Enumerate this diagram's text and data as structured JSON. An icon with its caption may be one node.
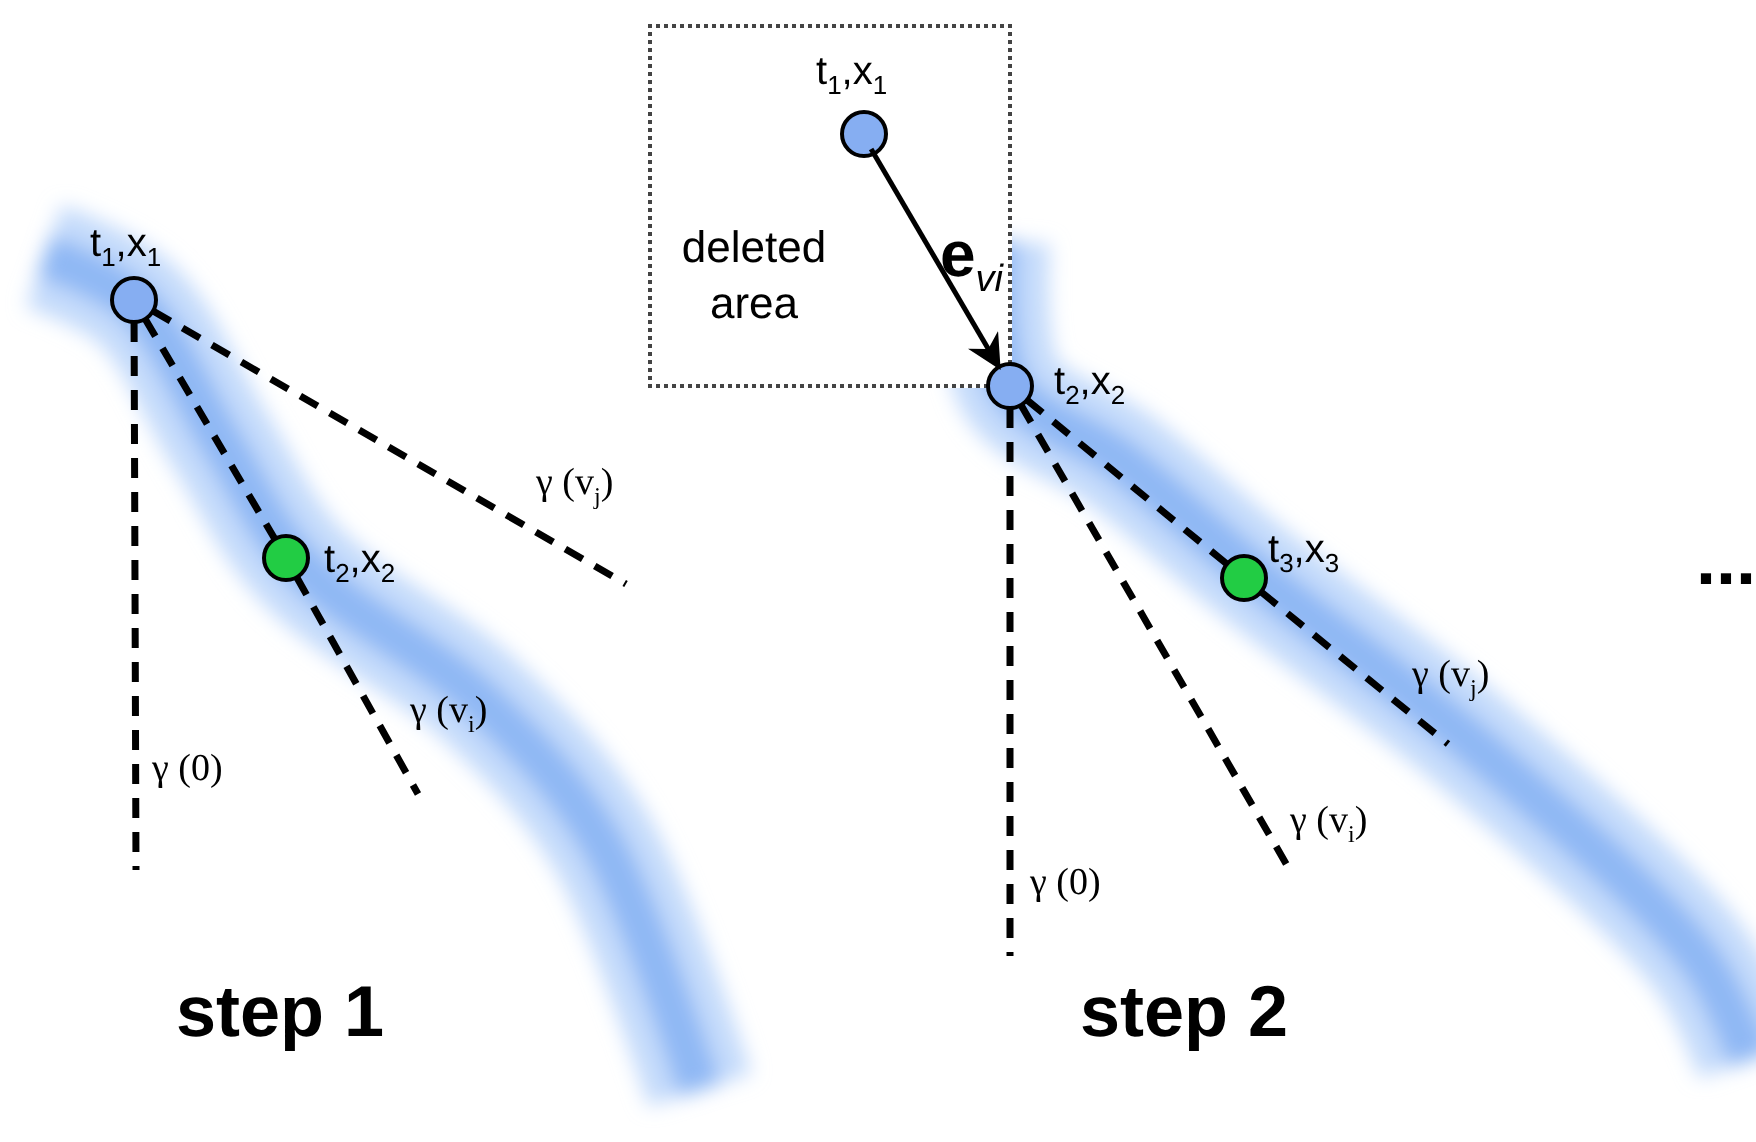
{
  "diagram": {
    "nodes": [
      {
        "text": [],
        "shape": "circle",
        "beside": [
          "t$_{1}$,x$_{1}$"
        ]
      },
      {
        "text": [],
        "shape": "circle",
        "beside": [
          "t$_{2}$,x$_{2}$"
        ]
      },
      {
        "text": [
          "deleted area"
        ]
      },
      {
        "text": [],
        "shape": "circle",
        "beside": [
          "t$_{1}$,x$_{1}$"
        ],
        "in": 2
      },
      {
        "text": [],
        "shape": "circle",
        "beside": [
          "t$_{2}$,x$_{2}$"
        ]
      },
      {
        "text": [],
        "shape": "circle",
        "beside": [
          "t$_{3}$,x$_{3}$"
        ]
      }
    ],
    "edges": [
      {
        "from": 0,
        "to": null,
        "arrow": "none",
        "style": "dashed",
        "label": "γ (0)"
      },
      {
        "from": 0,
        "to": 1,
        "arrow": "none",
        "style": "dashed"
      },
      {
        "from": 1,
        "to": null,
        "arrow": "none",
        "style": "dashed",
        "label": "γ (v$_{i}$)"
      },
      {
        "from": 0,
        "to": null,
        "arrow": "none",
        "style": "dashed",
        "label": "γ (v$_{j}$)"
      },
      {
        "from": 3,
        "to": 4,
        "arrow": "to",
        "label": "**e**$_{vi}$"
      },
      {
        "from": 4,
        "to": null,
        "arrow": "none",
        "style": "dashed",
        "label": "γ (0)"
      },
      {
        "from": 4,
        "to": null,
        "arrow": "none",
        "style": "dashed",
        "label": "γ (v$_{i}$)"
      },
      {
        "from": 4,
        "to": 5,
        "arrow": "none",
        "style": "dashed"
      },
      {
        "from": 5,
        "to": null,
        "arrow": "none",
        "style": "dashed",
        "label": "γ (v$_{j}$)"
      }
    ],
    "labels": [
      "step 1",
      "step 2",
      "..."
    ]
  }
}
